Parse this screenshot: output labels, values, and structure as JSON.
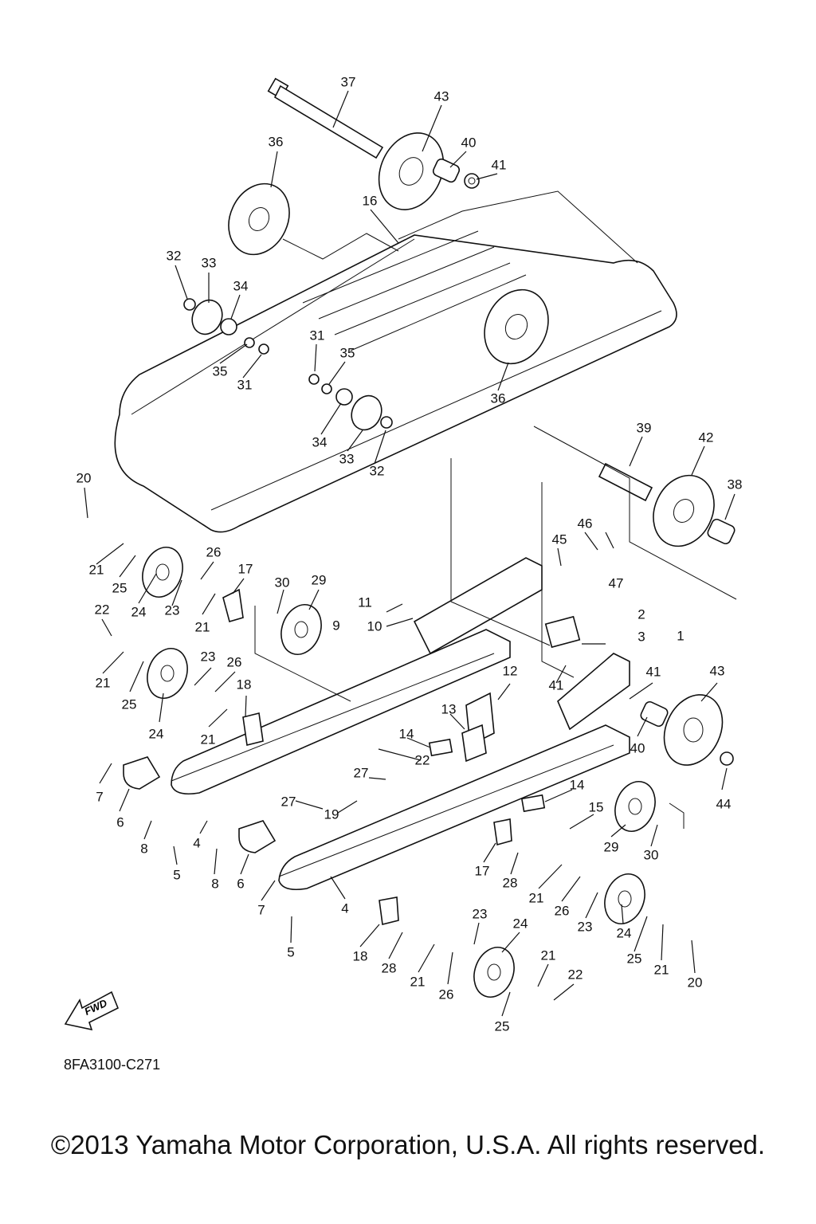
{
  "diagram": {
    "code": "8FA3100-C271",
    "fwd_label": "FWD",
    "copyright": "©2013 Yamaha Motor Corporation, U.S.A. All rights reserved.",
    "callouts": [
      {
        "id": "c37",
        "label": "37"
      },
      {
        "id": "c43a",
        "label": "43"
      },
      {
        "id": "c36a",
        "label": "36"
      },
      {
        "id": "c40a",
        "label": "40"
      },
      {
        "id": "c41a",
        "label": "41"
      },
      {
        "id": "c16",
        "label": "16"
      },
      {
        "id": "c32a",
        "label": "32"
      },
      {
        "id": "c33a",
        "label": "33"
      },
      {
        "id": "c34a",
        "label": "34"
      },
      {
        "id": "c31a",
        "label": "31"
      },
      {
        "id": "c35a",
        "label": "35"
      },
      {
        "id": "c35b",
        "label": "35"
      },
      {
        "id": "c31b",
        "label": "31"
      },
      {
        "id": "c36b",
        "label": "36"
      },
      {
        "id": "c34b",
        "label": "34"
      },
      {
        "id": "c33b",
        "label": "33"
      },
      {
        "id": "c32b",
        "label": "32"
      },
      {
        "id": "c39",
        "label": "39"
      },
      {
        "id": "c42",
        "label": "42"
      },
      {
        "id": "c38",
        "label": "38"
      },
      {
        "id": "c20a",
        "label": "20"
      },
      {
        "id": "c46",
        "label": "46"
      },
      {
        "id": "c45",
        "label": "45"
      },
      {
        "id": "c47",
        "label": "47"
      },
      {
        "id": "c26a",
        "label": "26"
      },
      {
        "id": "c21a",
        "label": "21"
      },
      {
        "id": "c25a",
        "label": "25"
      },
      {
        "id": "c24a",
        "label": "24"
      },
      {
        "id": "c23a",
        "label": "23"
      },
      {
        "id": "c17a",
        "label": "17"
      },
      {
        "id": "c30a",
        "label": "30"
      },
      {
        "id": "c29a",
        "label": "29"
      },
      {
        "id": "c11",
        "label": "11"
      },
      {
        "id": "c9",
        "label": "9"
      },
      {
        "id": "c10",
        "label": "10"
      },
      {
        "id": "c2",
        "label": "2"
      },
      {
        "id": "c3",
        "label": "3"
      },
      {
        "id": "c1",
        "label": "1"
      },
      {
        "id": "c22a",
        "label": "22"
      },
      {
        "id": "c21b",
        "label": "21"
      },
      {
        "id": "c21c",
        "label": "21"
      },
      {
        "id": "c23b",
        "label": "23"
      },
      {
        "id": "c26b",
        "label": "26"
      },
      {
        "id": "c25b",
        "label": "25"
      },
      {
        "id": "c18a",
        "label": "18"
      },
      {
        "id": "c24b",
        "label": "24"
      },
      {
        "id": "c21d",
        "label": "21"
      },
      {
        "id": "c12",
        "label": "12"
      },
      {
        "id": "c41b",
        "label": "41"
      },
      {
        "id": "c41c",
        "label": "41"
      },
      {
        "id": "c43b",
        "label": "43"
      },
      {
        "id": "c13",
        "label": "13"
      },
      {
        "id": "c14a",
        "label": "14"
      },
      {
        "id": "c22b",
        "label": "22"
      },
      {
        "id": "c40b",
        "label": "40"
      },
      {
        "id": "c7a",
        "label": "7"
      },
      {
        "id": "c27a",
        "label": "27"
      },
      {
        "id": "c27b",
        "label": "27"
      },
      {
        "id": "c14b",
        "label": "14"
      },
      {
        "id": "c44",
        "label": "44"
      },
      {
        "id": "c6a",
        "label": "6"
      },
      {
        "id": "c19",
        "label": "19"
      },
      {
        "id": "c15",
        "label": "15"
      },
      {
        "id": "c8a",
        "label": "8"
      },
      {
        "id": "c4a",
        "label": "4"
      },
      {
        "id": "c29b",
        "label": "29"
      },
      {
        "id": "c30b",
        "label": "30"
      },
      {
        "id": "c5a",
        "label": "5"
      },
      {
        "id": "c8b",
        "label": "8"
      },
      {
        "id": "c6b",
        "label": "6"
      },
      {
        "id": "c17b",
        "label": "17"
      },
      {
        "id": "c28a",
        "label": "28"
      },
      {
        "id": "c21e",
        "label": "21"
      },
      {
        "id": "c26c",
        "label": "26"
      },
      {
        "id": "c23c",
        "label": "23"
      },
      {
        "id": "c7b",
        "label": "7"
      },
      {
        "id": "c4b",
        "label": "4"
      },
      {
        "id": "c24c",
        "label": "24"
      },
      {
        "id": "c25c",
        "label": "25"
      },
      {
        "id": "c21f",
        "label": "21"
      },
      {
        "id": "c20b",
        "label": "20"
      },
      {
        "id": "c23d",
        "label": "23"
      },
      {
        "id": "c24d",
        "label": "24"
      },
      {
        "id": "c5b",
        "label": "5"
      },
      {
        "id": "c18b",
        "label": "18"
      },
      {
        "id": "c28b",
        "label": "28"
      },
      {
        "id": "c21g",
        "label": "21"
      },
      {
        "id": "c26d",
        "label": "26"
      },
      {
        "id": "c21h",
        "label": "21"
      },
      {
        "id": "c22c",
        "label": "22"
      },
      {
        "id": "c25d",
        "label": "25"
      }
    ]
  }
}
